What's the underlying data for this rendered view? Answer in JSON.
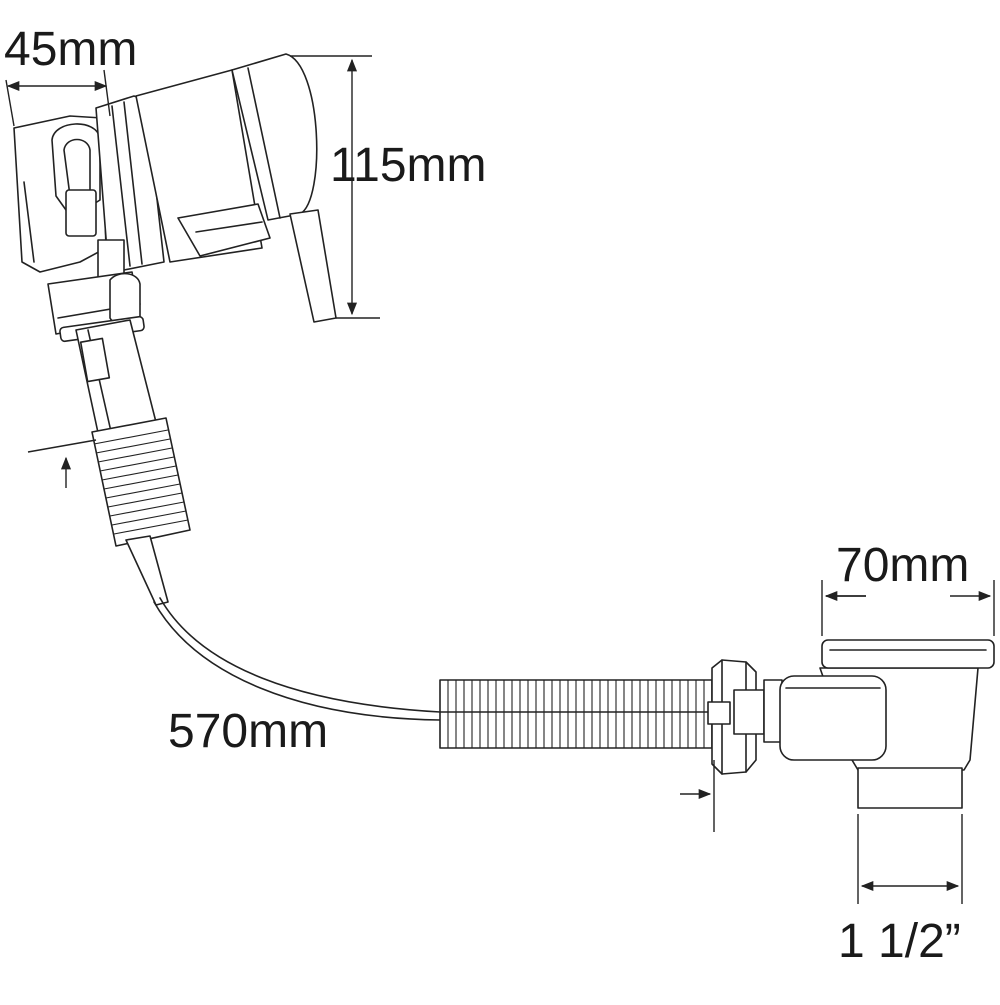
{
  "dimensions": {
    "overflow_width": "45mm",
    "overflow_height": "115mm",
    "cable_length": "570mm",
    "waste_width": "70mm",
    "outlet_size": "1 1/2”"
  },
  "colors": {
    "line": "#222222",
    "background": "#ffffff",
    "text": "#1a1a1a"
  }
}
